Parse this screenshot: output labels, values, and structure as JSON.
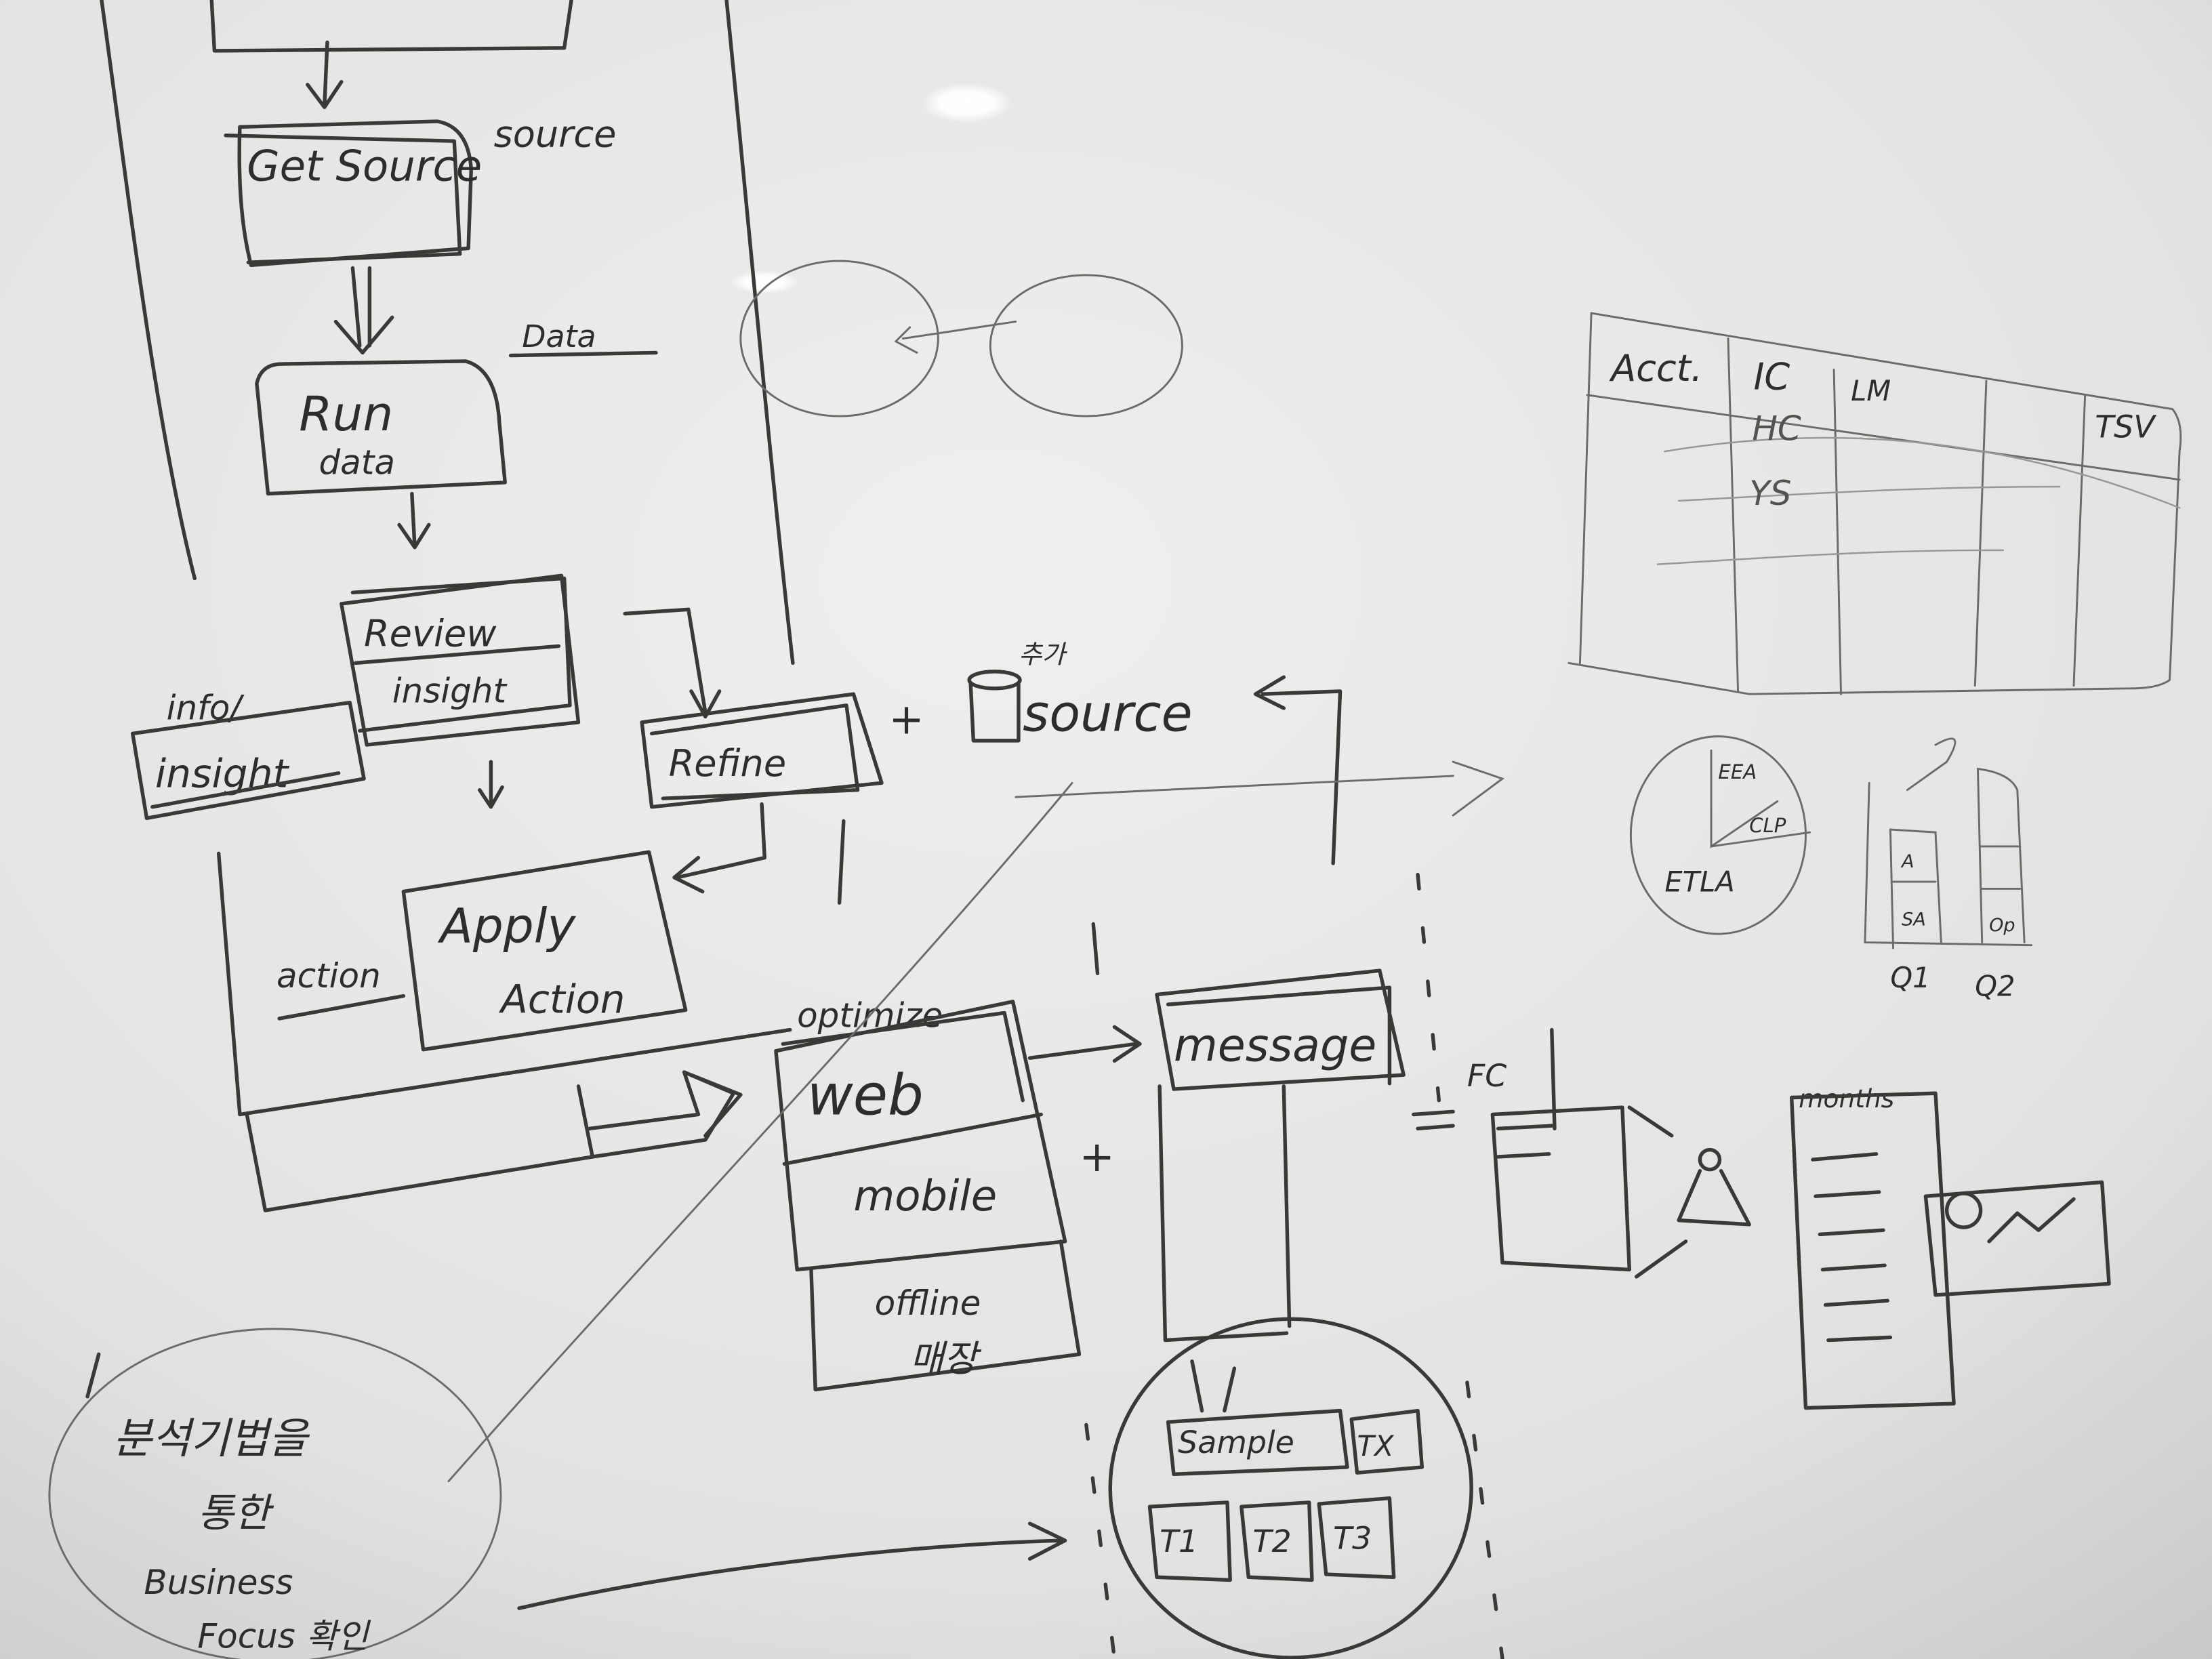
{
  "flow": {
    "top_box": "",
    "get_source": "Get Source",
    "source_note": "source",
    "data_note": "Data",
    "run_data_1": "Run",
    "run_data_2": "data",
    "info": "info/",
    "insight": "insight",
    "review": "Review",
    "review_insight": "insight",
    "refine": "Refine",
    "plus_1": "+",
    "chuga": "추가",
    "source": "source",
    "action_label": "action",
    "apply_1": "Apply",
    "apply_2": "Action"
  },
  "channels": {
    "optimize": "optimize",
    "web": "web",
    "mobile": "mobile",
    "offline": "offline",
    "store": "매장",
    "plus_2": "+",
    "message": "message",
    "sample": "Sample",
    "tx": "TX",
    "t1": "T1",
    "t2": "T2",
    "t3": "T3",
    "fc": "FC",
    "months": "months"
  },
  "table": {
    "headers": [
      "Acct.",
      "IC",
      "LM",
      "",
      "TSV"
    ],
    "ic_rows": [
      "HC",
      "YS"
    ]
  },
  "pie": {
    "slices": [
      "EEA",
      "CLP",
      "ETLA"
    ]
  },
  "bars": {
    "segments": [
      "A",
      "SA",
      "Op"
    ],
    "categories": [
      "Q1",
      "Q2"
    ]
  },
  "circle_note": {
    "line1": "분석기법을",
    "line2": "통한",
    "line3": "Business",
    "line4": "Focus 확인"
  }
}
